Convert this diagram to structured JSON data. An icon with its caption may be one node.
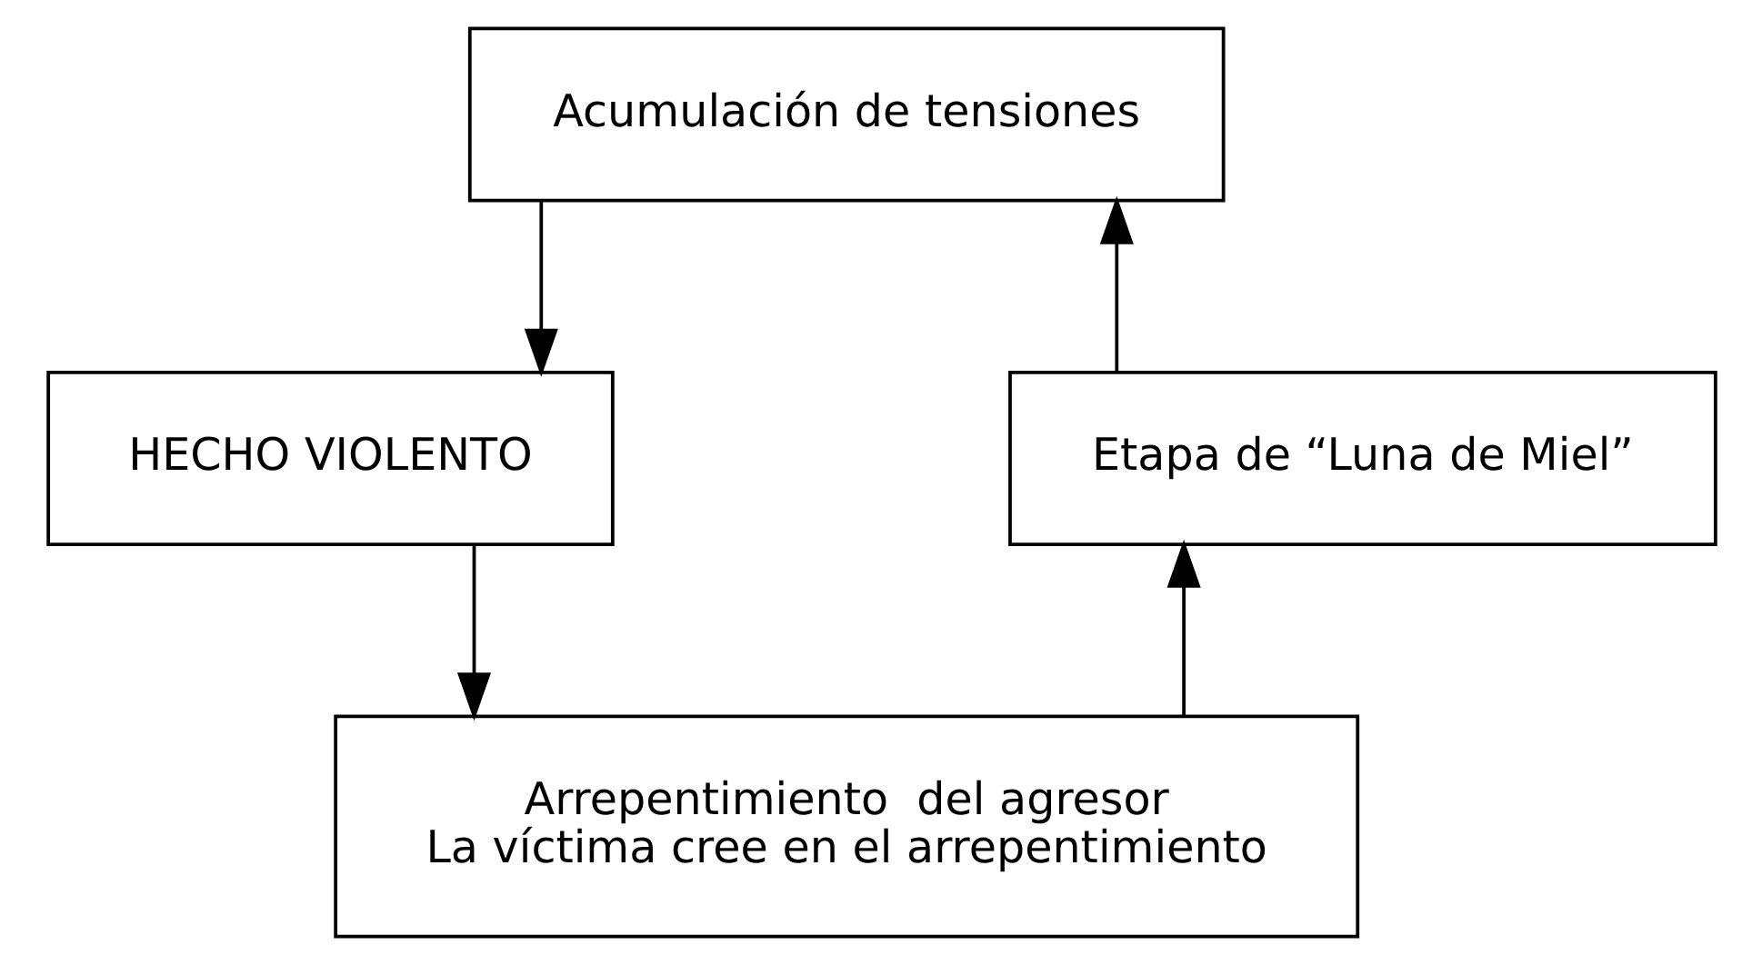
{
  "diagram": {
    "nodes": [
      {
        "text": [
          "Acumulación de tensiones"
        ]
      },
      {
        "text": [
          "HECHO VIOLENTO"
        ]
      },
      {
        "text": [
          "Arrepentimiento  del agresor",
          "La víctima cree en el arrepentimiento"
        ]
      },
      {
        "text": [
          "Etapa de “Luna de Miel”"
        ]
      }
    ],
    "edges": [
      {
        "from": 0,
        "to": 1,
        "arrow": "to"
      },
      {
        "from": 1,
        "to": 2,
        "arrow": "to"
      },
      {
        "from": 2,
        "to": 3,
        "arrow": "to"
      },
      {
        "from": 3,
        "to": 0,
        "arrow": "to"
      }
    ]
  }
}
